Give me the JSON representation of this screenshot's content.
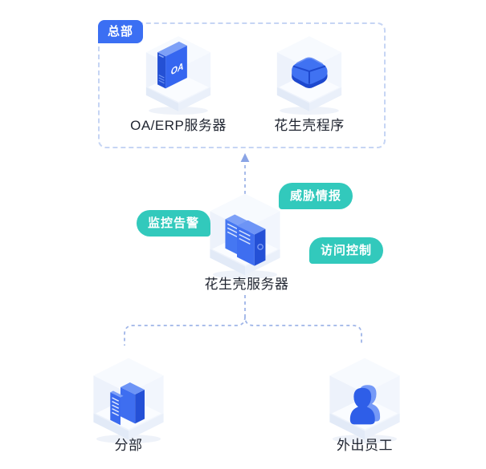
{
  "page": {
    "background": "#ffffff"
  },
  "colors": {
    "primary_blue": "#3B6FF3",
    "icon_blue": "#2E5EE8",
    "icon_blue_dark": "#2450D6",
    "icon_blue_light": "#6D94F6",
    "teal_badge": "#32C9BC",
    "dashed_line": "#9FB5E8",
    "box_border": "#C6D5F4",
    "label_text": "#1F2430"
  },
  "headquarters": {
    "tag": "总部",
    "nodes": [
      {
        "label": "OA/ERP服务器",
        "icon": "oa-erp-server-icon",
        "icon_text": "OA"
      },
      {
        "label": "花生壳程序",
        "icon": "peanut-shell-app-icon"
      }
    ]
  },
  "server": {
    "label": "花生壳服务器",
    "icon": "dual-server-icon"
  },
  "feature_badges": [
    {
      "label": "监控告警"
    },
    {
      "label": "威胁情报"
    },
    {
      "label": "访问控制"
    }
  ],
  "clients": [
    {
      "label": "分部",
      "icon": "branch-building-icon"
    },
    {
      "label": "外出员工",
      "icon": "remote-employee-icon"
    }
  ]
}
